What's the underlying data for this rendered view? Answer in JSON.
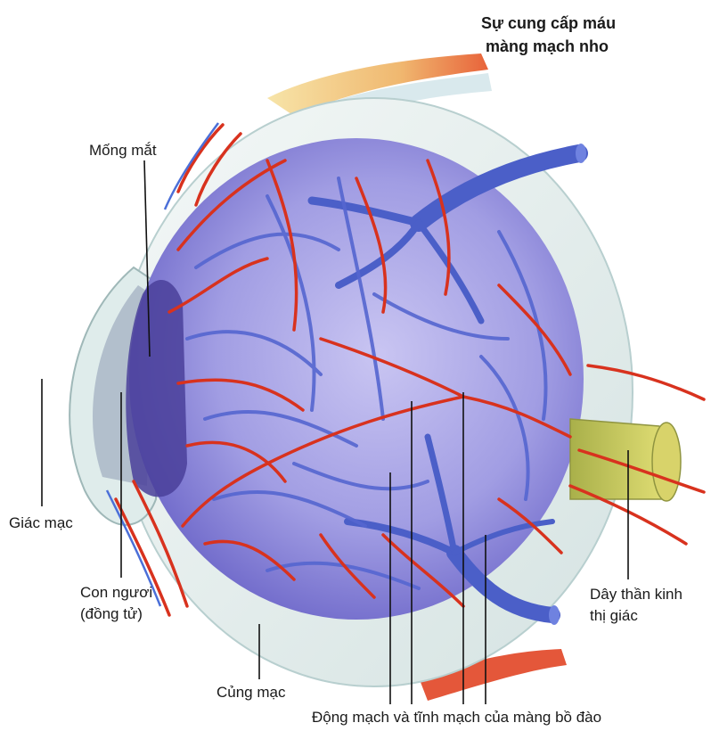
{
  "title": {
    "line1": "Sự cung cấp máu",
    "line2": "màng mạch nho"
  },
  "labels": {
    "iris": "Mống mắt",
    "cornea": "Giác mạc",
    "pupil_line1": "Con ngươi",
    "pupil_line2": "(đồng tử)",
    "sclera": "Củng mạc",
    "optic_nerve_line1": "Dây thần kinh",
    "optic_nerve_line2": "thị giác",
    "uvea_vessels": "Động mạch và tĩnh mạch của màng bồ đào"
  },
  "colors": {
    "artery": "#d8321e",
    "vein": "#4b5fc8",
    "choroid": "#a9a6e6",
    "sclera": "#e6f0ee",
    "optic_nerve": "#cfcf5a",
    "muscle": "#e8833a"
  }
}
